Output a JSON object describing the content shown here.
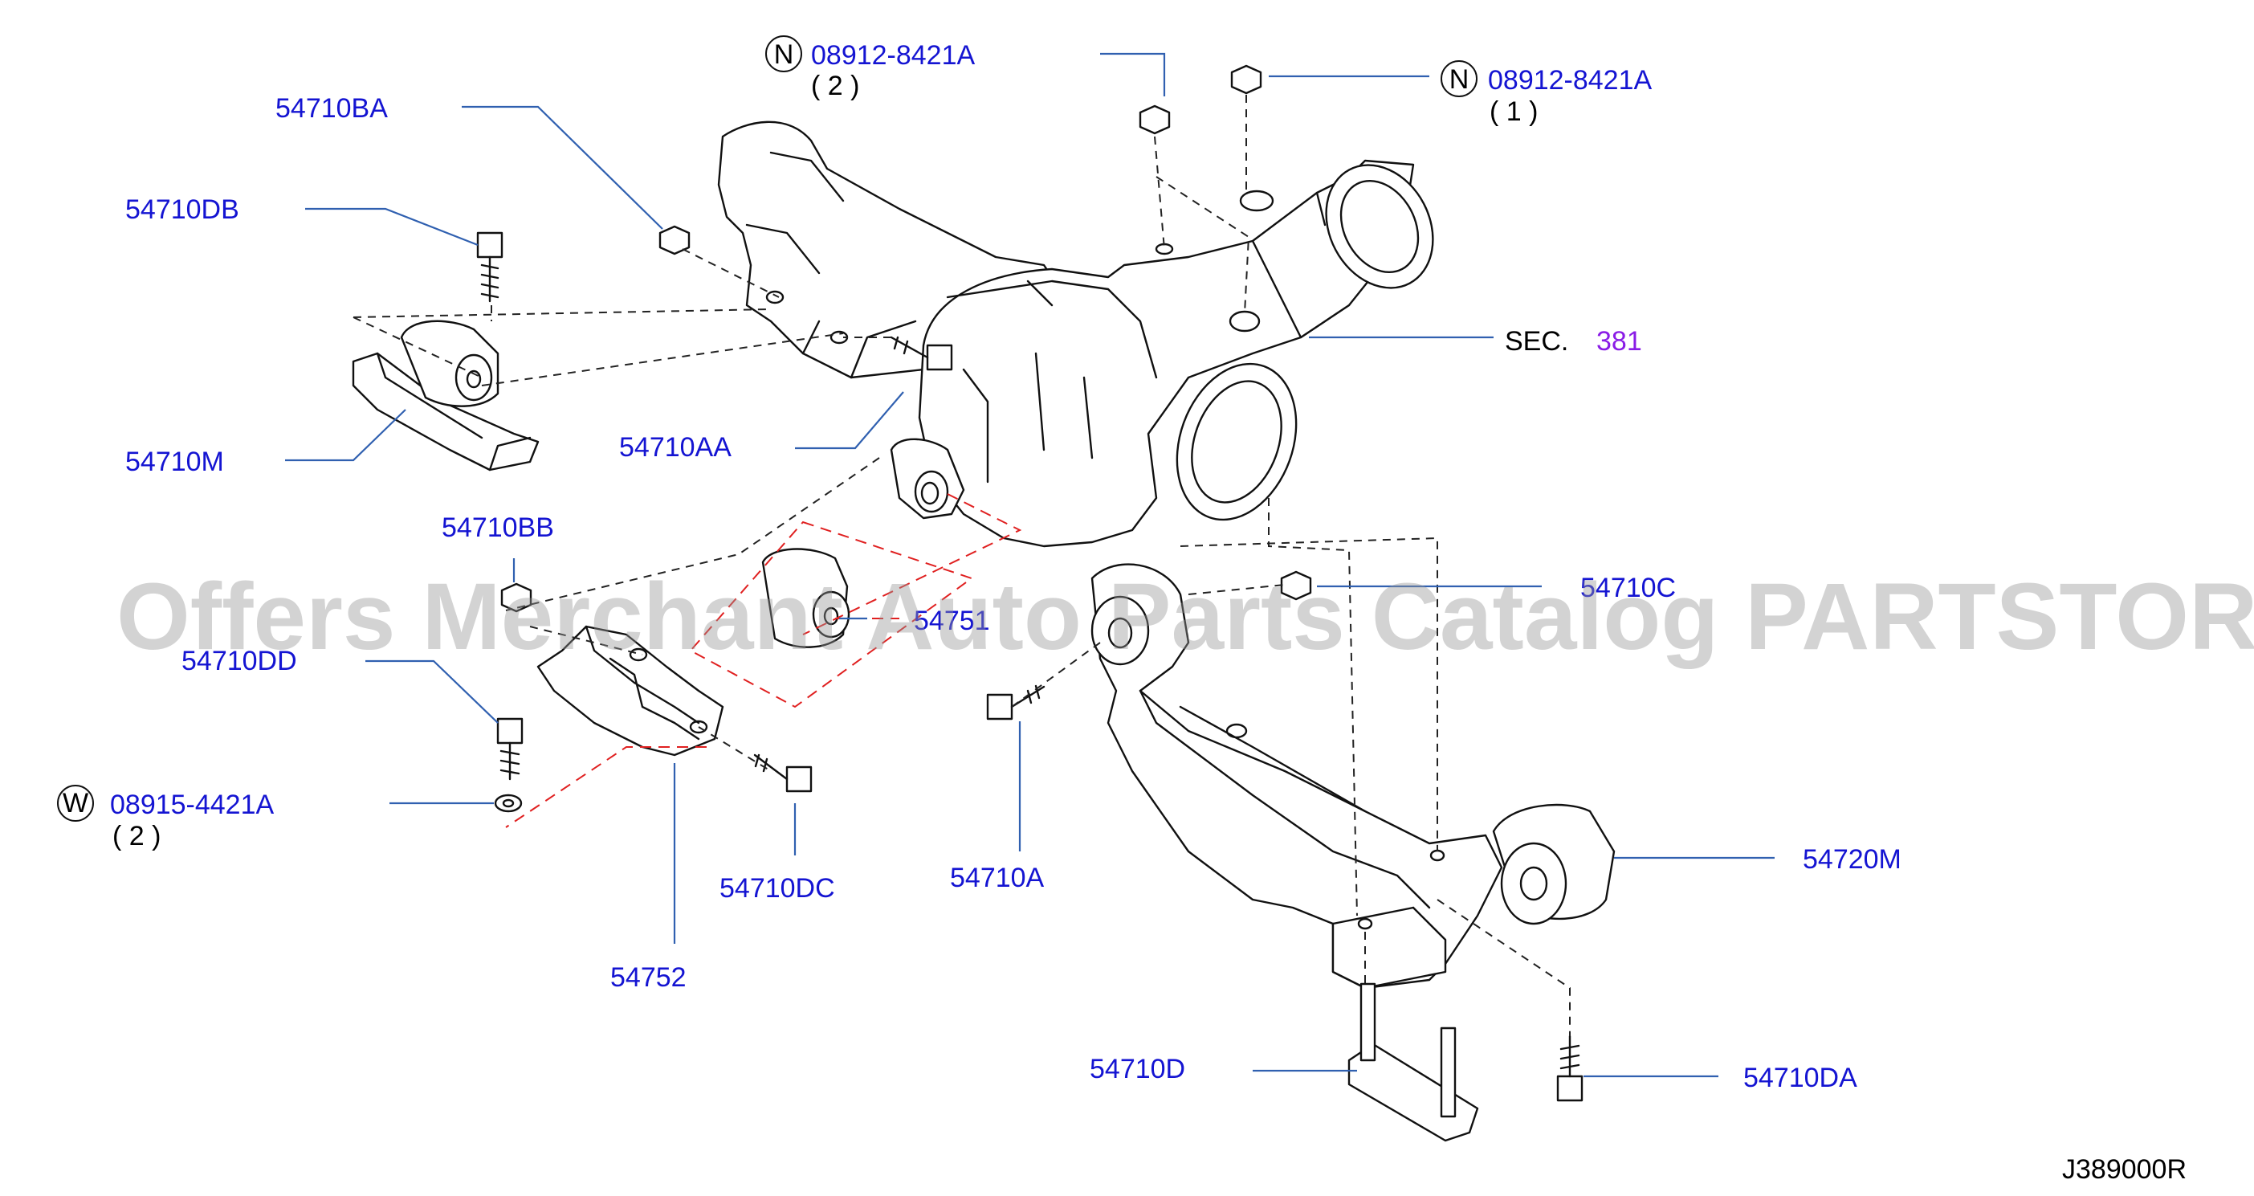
{
  "labels": {
    "nut_ref_2": "08912-8421A",
    "nut_ref_2_qty": "( 2 )",
    "nut_ref_2_prefix": "N",
    "nut_ref_1": "08912-8421A",
    "nut_ref_1_qty": "( 1 )",
    "nut_ref_1_prefix": "N",
    "washer_ref": "08915-4421A",
    "washer_ref_qty": "( 2 )",
    "washer_ref_prefix": "W",
    "p54710BA": "54710BA",
    "p54710DB": "54710DB",
    "p54710M": "54710M",
    "p54710AA": "54710AA",
    "p54710BB": "54710BB",
    "p54710DD": "54710DD",
    "p54751": "54751",
    "p54710C": "54710C",
    "p54710A": "54710A",
    "p54710DC": "54710DC",
    "p54752": "54752",
    "p54720M": "54720M",
    "p54710D": "54710D",
    "p54710DA": "54710DA",
    "sec_prefix": "SEC.",
    "sec_number": "381",
    "diagram_code": "J389000R"
  },
  "watermark": "Offers Merchant Auto Parts Catalog PARTSTORE.SA",
  "colors": {
    "label": "#1414d2",
    "section_ref": "#8a1ce6",
    "leader": "#3060b0",
    "red_dashed": "#e02020",
    "watermark": "#969696"
  }
}
